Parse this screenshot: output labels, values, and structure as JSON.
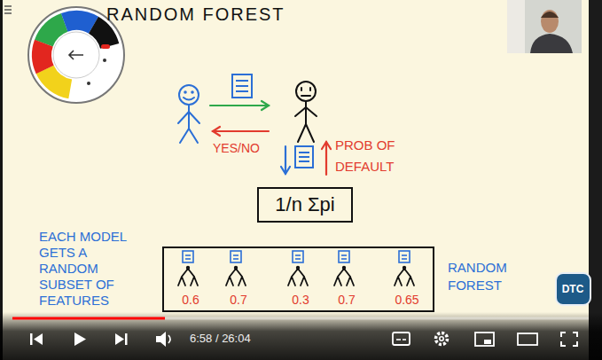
{
  "diagram": {
    "title": "RANDOM FOREST",
    "nodes": [
      {
        "text": [
          "1/n Σpi"
        ]
      },
      {
        "text": [
          "0.6",
          "0.7",
          "0.3",
          "0.7",
          "0.65",
          "RANDOM FOREST"
        ]
      },
      {
        "text": [
          "DTC"
        ]
      }
    ],
    "labels": [
      "YES/NO",
      "PROB OF DEFAULT",
      "EACH MODEL GETS A RANDOM SUBSET OF FEATURES",
      "6:58 / 26:04"
    ]
  }
}
